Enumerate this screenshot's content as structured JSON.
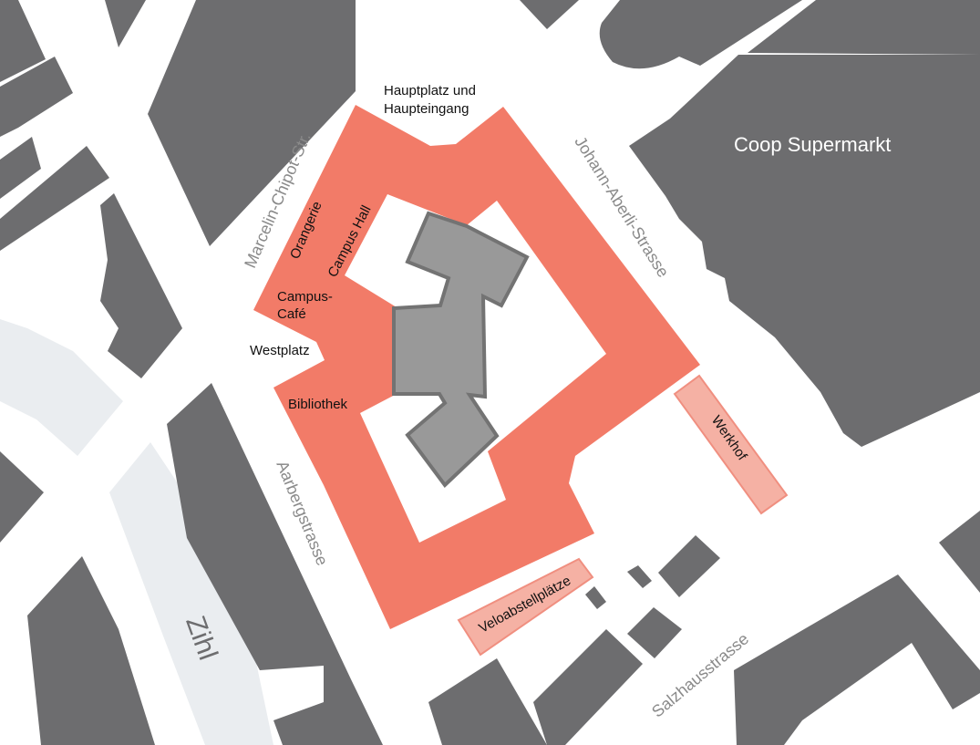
{
  "colors": {
    "background": "#ffffff",
    "building": "#6d6d6f",
    "campus": "#f27b68",
    "courtyard_building": "#999999",
    "courtyard_building_stroke": "#737373",
    "light_zone": "#f5b1a4",
    "light_zone_stroke": "#f08f80",
    "river": "#eaedf0"
  },
  "labels": {
    "hauptplatz_line1": "Hauptplatz und",
    "hauptplatz_line2": "Haupteingang",
    "orangerie": "Orangerie",
    "campus_hall": "Campus Hall",
    "campus_cafe_line1": "Campus-",
    "campus_cafe_line2": "Café",
    "westplatz": "Westplatz",
    "bibliothek": "Bibliothek",
    "werkhof": "Werkhof",
    "veloabstellplaetze": "Veloabstellplätze",
    "coop": "Coop Supermarkt"
  },
  "streets": {
    "marcelin": "Marcelin-Chipot-Str.",
    "johann": "Johann-Aberli-Strasse",
    "aarberg": "Aarbergstrasse",
    "salzhaus": "Salzhausstrasse",
    "zihl": "Zihl"
  }
}
